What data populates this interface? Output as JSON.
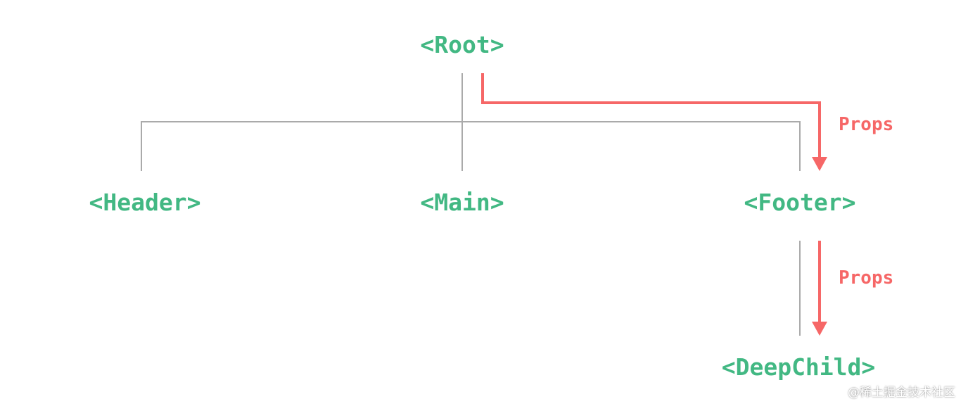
{
  "nodes": {
    "root": "<Root>",
    "header": "<Header>",
    "main": "<Main>",
    "footer": "<Footer>",
    "deep_child": "<DeepChild>"
  },
  "edges": {
    "props_root_to_footer": "Props",
    "props_footer_to_deepchild": "Props"
  },
  "watermark": "@稀土掘金技术社区",
  "colors": {
    "node_text": "#42b883",
    "props": "#f66767",
    "tree_lines": "#aaaaaa",
    "background": "#ffffff"
  }
}
